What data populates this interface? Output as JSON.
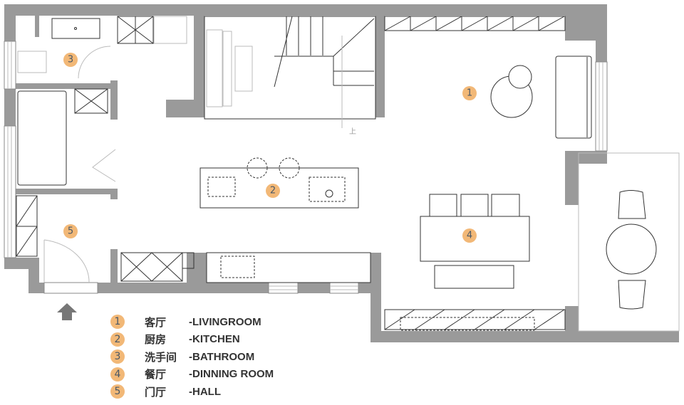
{
  "colors": {
    "wall": "#9a9a9a",
    "badge": "#F2B877",
    "badge_text": "#4a5866"
  },
  "rooms": [
    {
      "number": "1",
      "name_cn": "客厅",
      "name_en": "-LIVINGROOM"
    },
    {
      "number": "2",
      "name_cn": "厨房",
      "name_en": "-KITCHEN"
    },
    {
      "number": "3",
      "name_cn": "洗手间",
      "name_en": "-BATHROOM"
    },
    {
      "number": "4",
      "name_cn": "餐厅",
      "name_en": "-DINNING ROOM"
    },
    {
      "number": "5",
      "name_cn": "门厅",
      "name_en": "-HALL"
    }
  ],
  "stair_label": "上",
  "entrance_icon": "arrow-up-icon"
}
